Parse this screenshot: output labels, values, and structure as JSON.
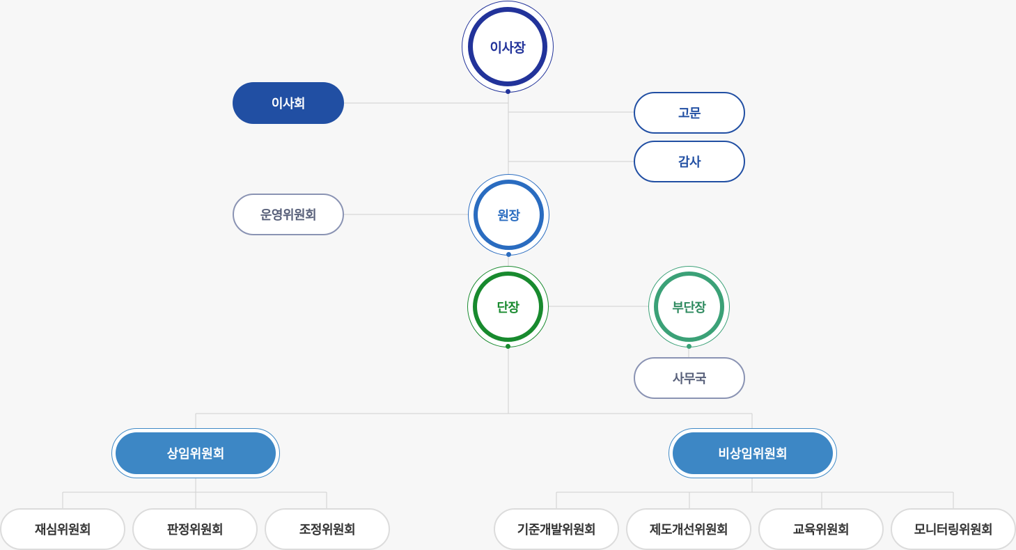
{
  "org": {
    "chairman": "이사장",
    "board": "이사회",
    "advisor": "고문",
    "auditor": "감사",
    "president": "원장",
    "operations_committee": "운영위원회",
    "director": "단장",
    "deputy_director": "부단장",
    "secretariat": "사무국",
    "standing_committee": "상임위원회",
    "nonstanding_committee": "비상임위원회",
    "standing_subs": [
      "재심위원회",
      "판정위원회",
      "조정위원회"
    ],
    "nonstanding_subs": [
      "기준개발위원회",
      "제도개선위원회",
      "교육위원회",
      "모니터링위원회"
    ]
  },
  "colors": {
    "navy": "#22339a",
    "blue": "#2a6cc0",
    "green": "#188a2e",
    "teal": "#3ba177",
    "dark_pill": "#214fa3",
    "mid_blue": "#3d87c5",
    "line": "#cfcfcf"
  }
}
